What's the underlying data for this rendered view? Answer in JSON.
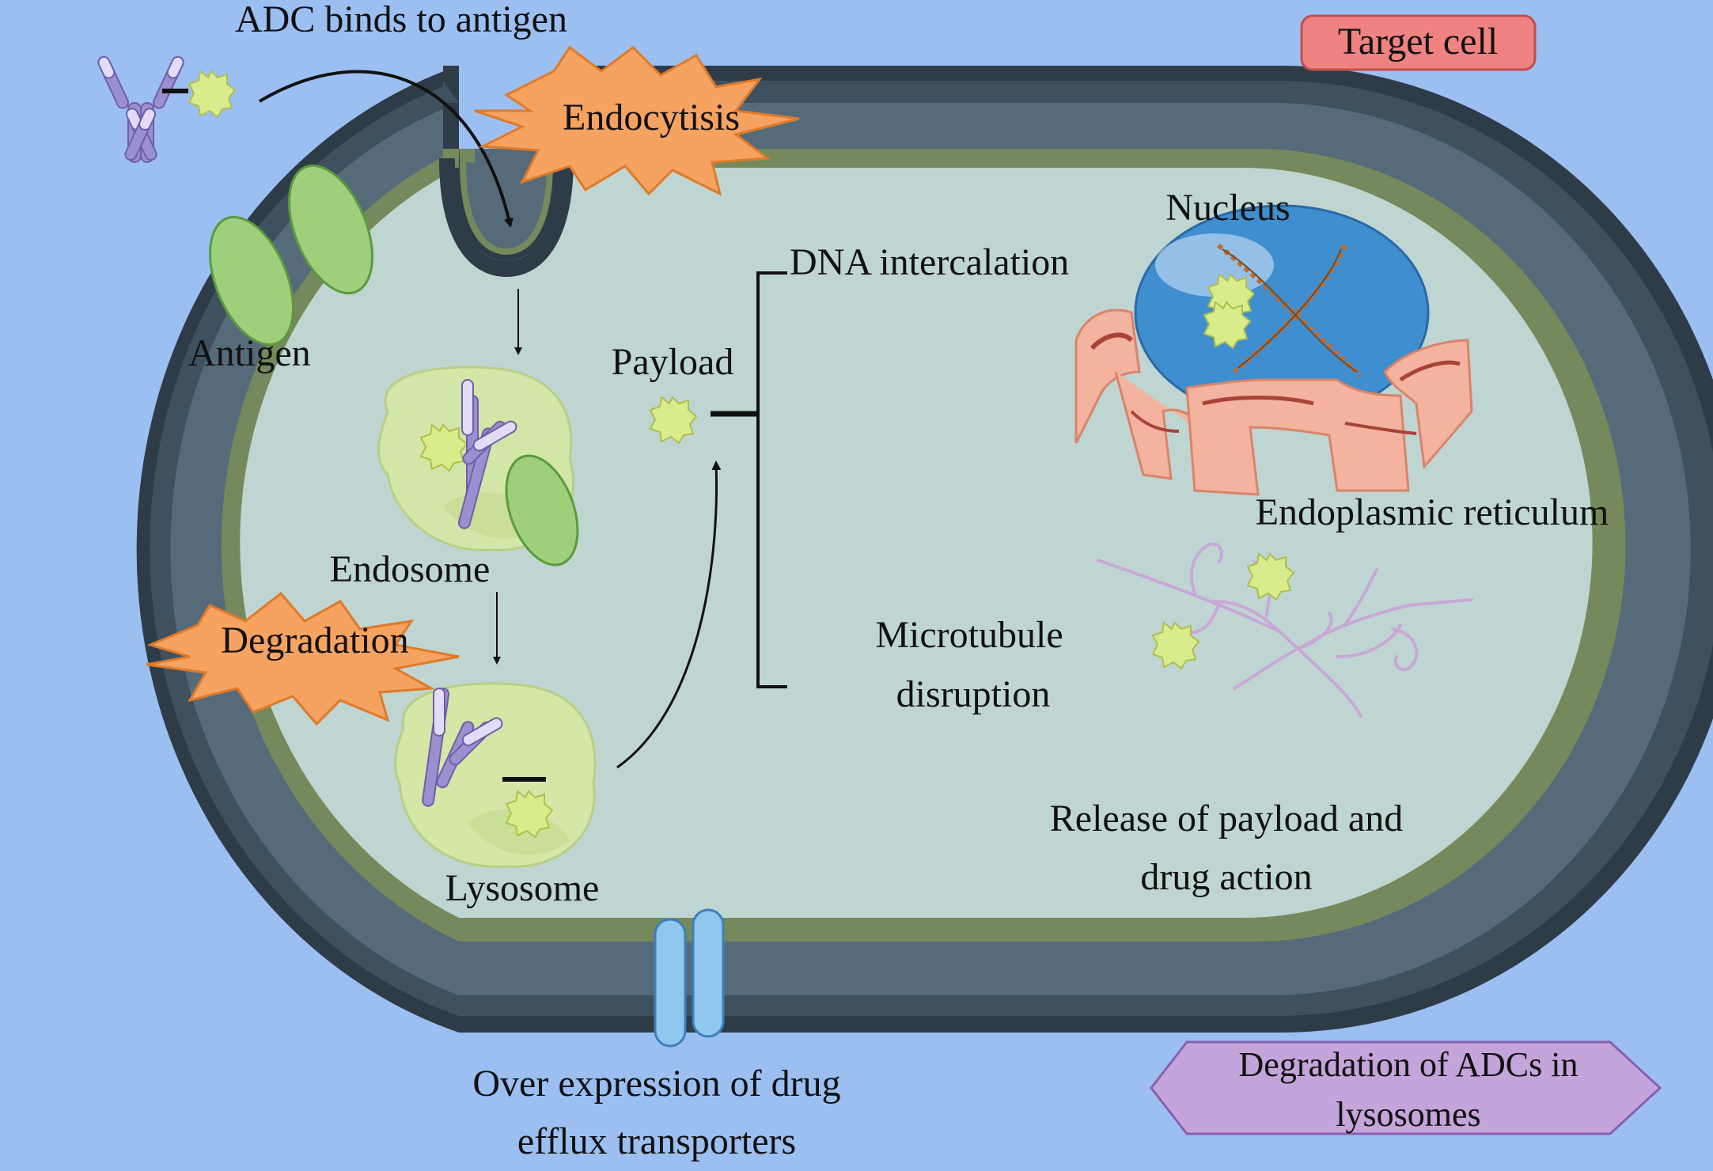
{
  "labels": {
    "adc_binds": "ADC binds to antigen",
    "target_cell": "Target cell",
    "endocytosis": "Endocytisis",
    "nucleus": "Nucleus",
    "dna_intercalation": "DNA intercalation",
    "antigen": "Antigen",
    "payload": "Payload",
    "endosome": "Endosome",
    "degradation": "Degradation",
    "lysosome": "Lysosome",
    "endoplasmic_reticulum": "Endoplasmic reticulum",
    "microtubule_line1": "Microtubule",
    "microtubule_line2": "disruption",
    "release_line1": "Release of payload and",
    "release_line2": "drug action",
    "efflux_line1": "Over expression of drug",
    "efflux_line2": "efflux transporters",
    "adc_degradation_line1": "Degradation of ADCs in",
    "adc_degradation_line2": "lysosomes"
  },
  "colors": {
    "background": "#9cbff2",
    "membrane_outer": "#2e3c48",
    "membrane_mid": "#4a5d6c",
    "membrane_inner": "#75895c",
    "cytoplasm": "#bfd5d2",
    "antigen_green": "#9ed07c",
    "antibody_purple": "#9c8fcf",
    "payload_yellow": "#d9ec8c",
    "starburst_orange": "#f6a260",
    "target_cell_badge": "#f08282",
    "adc_degradation_badge": "#c4a4da",
    "transporter_blue": "#8fc7ef",
    "nucleus_blue": "#3f8ecf",
    "er_pink": "#f4b39e"
  }
}
